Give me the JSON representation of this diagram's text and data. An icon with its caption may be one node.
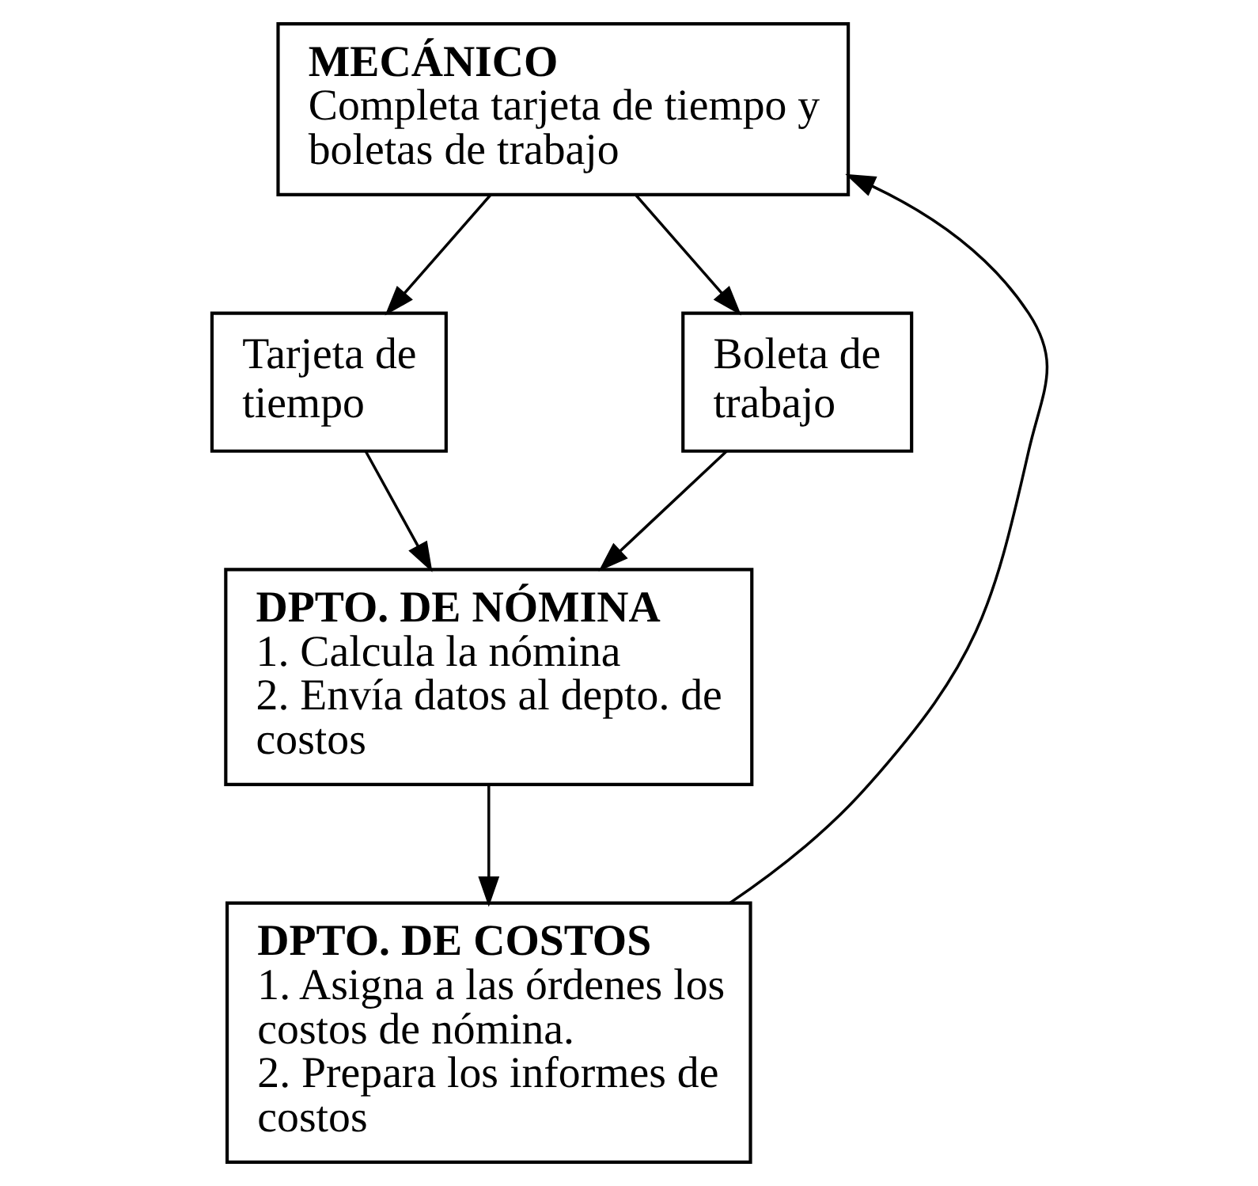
{
  "diagram": {
    "nodes": [
      {
        "text": [
          "MECÁNICO",
          "Completa tarjeta de tiempo y boletas de trabajo"
        ]
      },
      {
        "text": [
          "Tarjeta de tiempo"
        ]
      },
      {
        "text": [
          "Boleta de trabajo"
        ]
      },
      {
        "text": [
          "DPTO. DE NÓMINA",
          "1. Calcula la nómina",
          "2. Envía datos al depto. de costos"
        ]
      },
      {
        "text": [
          "DPTO. DE COSTOS",
          "1. Asigna a las órdenes los costos de nómina.",
          "2. Prepara los informes de costos"
        ]
      }
    ],
    "edges": [
      {
        "from": 0,
        "to": 1,
        "arrow": "to"
      },
      {
        "from": 0,
        "to": 2,
        "arrow": "to"
      },
      {
        "from": 1,
        "to": 3,
        "arrow": "to"
      },
      {
        "from": 2,
        "to": 3,
        "arrow": "to"
      },
      {
        "from": 3,
        "to": 4,
        "arrow": "to"
      },
      {
        "from": 4,
        "to": 0,
        "arrow": "to"
      }
    ]
  }
}
